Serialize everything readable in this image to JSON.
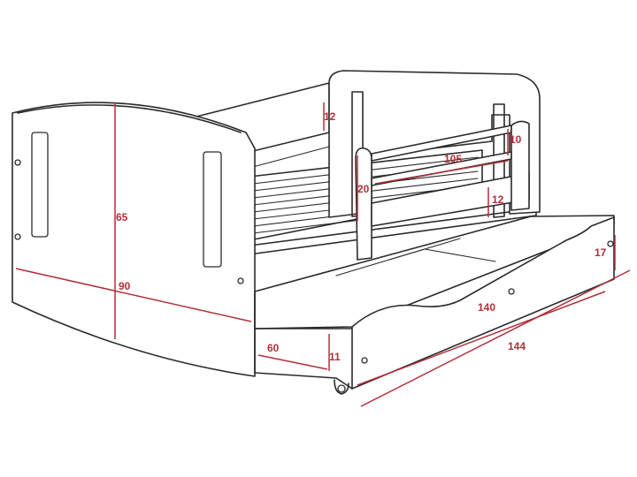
{
  "colors": {
    "outline": "#2b2b2b",
    "dimension": "#b0303a",
    "background": "#ffffff"
  },
  "dimensions": {
    "headboard_height": "65",
    "bed_width": "90",
    "drawer_length": "144",
    "drawer_inner_length": "140",
    "drawer_depth": "60",
    "drawer_height": "11",
    "drawer_front_height": "17",
    "guard_rail_length": "105",
    "guard_top_gap": "12",
    "guard_rail_spacing": "10",
    "guard_post_offset": "20",
    "guard_lower_height": "12"
  }
}
